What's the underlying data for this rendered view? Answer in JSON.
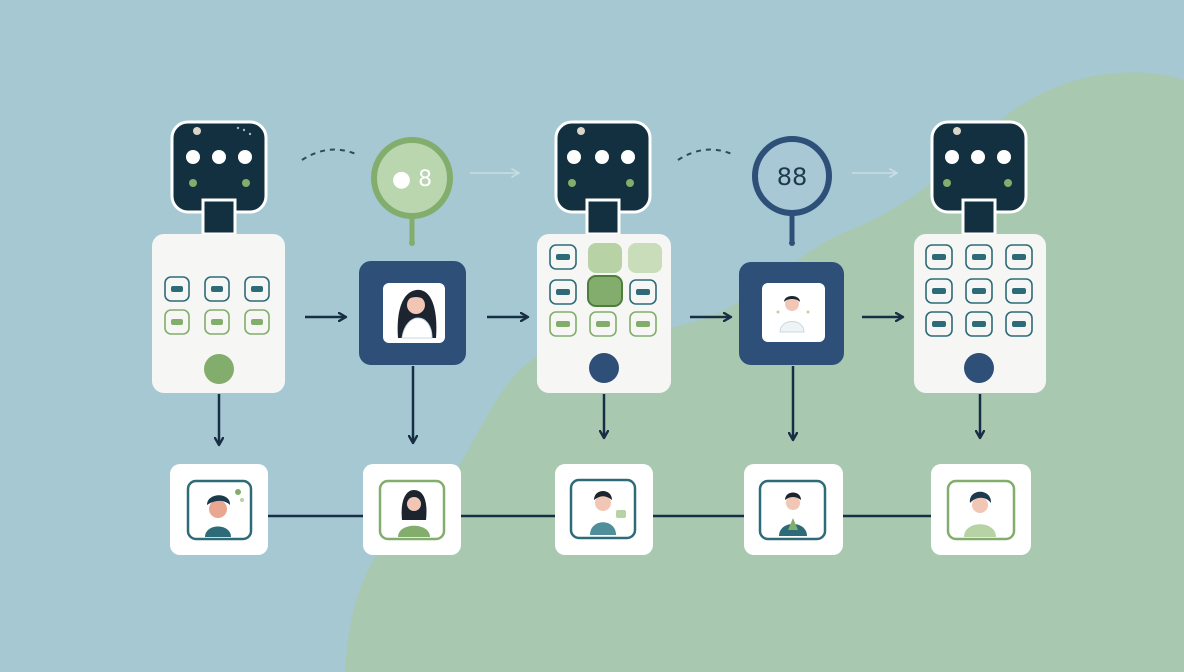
{
  "colors": {
    "background": "#a5c8d3",
    "blob": "#a9c8b0",
    "navy": "#1c3a4c",
    "dark_blue": "#2e4f78",
    "green": "#82ad6c",
    "light_green": "#b7d3a6",
    "white": "#ffffff",
    "teal": "#4f8e9a",
    "arrow": "#172e44"
  },
  "pins": [
    {
      "glyph": "● 8",
      "style": "green"
    },
    {
      "glyph": "88",
      "style": "blue"
    }
  ],
  "icons": {
    "robot_heads": [
      "robot-icon",
      "robot-icon",
      "robot-icon"
    ],
    "avatars": [
      "person-avatar-icon",
      "person-avatar-icon",
      "person-avatar-icon",
      "person-avatar-icon",
      "person-avatar-icon"
    ],
    "focus_portraits": [
      "woman-portrait-icon",
      "person-portrait-icon"
    ]
  }
}
